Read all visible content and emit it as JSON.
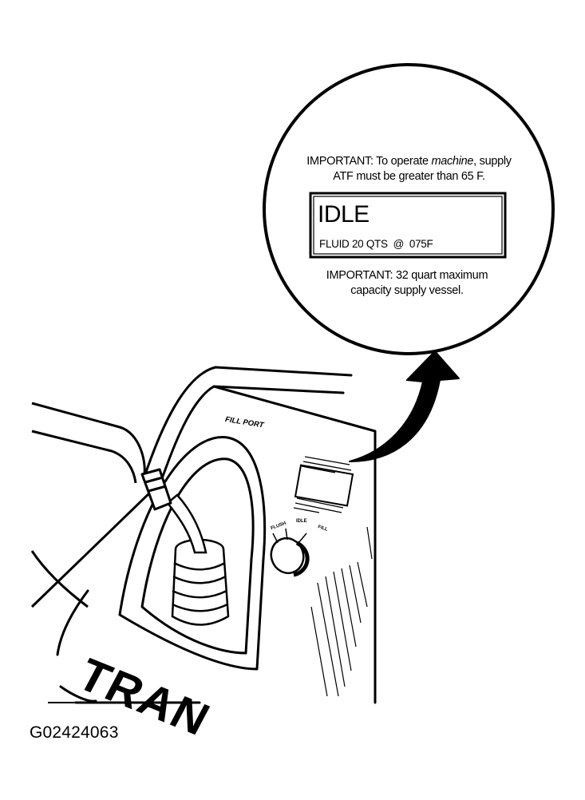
{
  "callout": {
    "important_line1_pre": "IMPORTANT: To operate ",
    "important_line1_italic": "machine",
    "important_line1_post": ", supply",
    "important_line2": "ATF must be greater than 65 F.",
    "display_main": "IDLE",
    "display_sub": "FLUID 20 QTS  @  075F",
    "capacity_line1": "IMPORTANT: 32 quart maximum",
    "capacity_line2": "capacity supply vessel."
  },
  "machine": {
    "fill_port_label": "FILL PORT",
    "brand_partial": "TRAN",
    "switch_left": "FLUSH",
    "switch_middle": "IDLE",
    "switch_right": "FILL"
  },
  "figure_id": "G02424063"
}
